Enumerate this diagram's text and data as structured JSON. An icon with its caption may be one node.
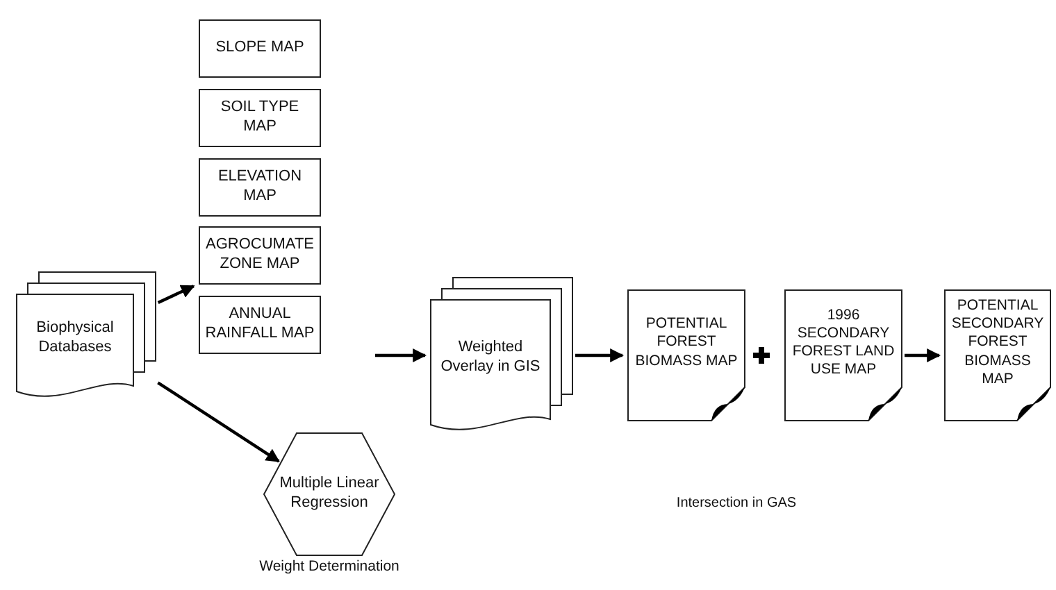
{
  "diagram": {
    "nodes": [
      {
        "text": [
          "Biophysical Databases"
        ]
      },
      {
        "text": [
          "SLOPE MAP"
        ]
      },
      {
        "text": [
          "SOIL TYPE MAP"
        ]
      },
      {
        "text": [
          "ELEVATION MAP"
        ]
      },
      {
        "text": [
          "AGROCUMATE ZONE MAP"
        ]
      },
      {
        "text": [
          "ANNUAL RAINFALL MAP"
        ]
      },
      {
        "text": [
          "Multiple Linear Regression"
        ],
        "beside": [
          "Weight Determination"
        ]
      },
      {
        "text": [
          "Weighted Overlay in GIS"
        ]
      },
      {
        "text": [
          "POTENTIAL FOREST BIOMASS MAP"
        ]
      },
      {
        "text": [
          "1996 SECONDARY FOREST LAND USE MAP"
        ]
      },
      {
        "text": [
          "POTENTIAL SECONDARY FOREST BIOMASS MAP"
        ]
      }
    ],
    "edges": [
      {
        "from": 0,
        "to": 4,
        "arrow": "to"
      },
      {
        "from": 0,
        "to": 6,
        "arrow": "to"
      },
      {
        "from": null,
        "to": 7,
        "arrow": "to"
      },
      {
        "from": 7,
        "to": 8,
        "arrow": "to"
      },
      {
        "from": 9,
        "to": 10,
        "arrow": "to"
      }
    ],
    "labels": [
      "Intersection in GAS"
    ]
  }
}
